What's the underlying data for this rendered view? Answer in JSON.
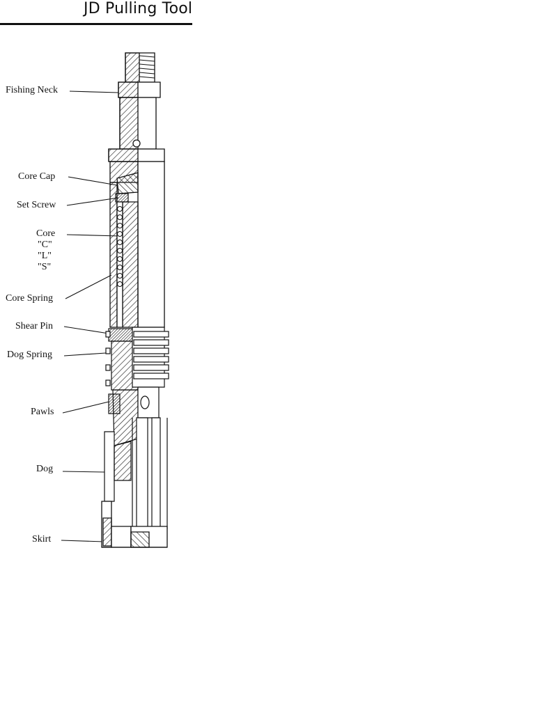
{
  "title": "JD Pulling Tool",
  "callouts": {
    "fishing_neck": "Fishing Neck",
    "core_cap": "Core Cap",
    "set_screw": "Set Screw",
    "core": "Core",
    "core_c": "\"C\"",
    "core_l": "\"L\"",
    "core_s": "\"S\"",
    "core_spring": "Core Spring",
    "shear_pin": "Shear Pin",
    "dog_spring": "Dog Spring",
    "pawls": "Pawls",
    "dog": "Dog",
    "skirt": "Skirt"
  }
}
